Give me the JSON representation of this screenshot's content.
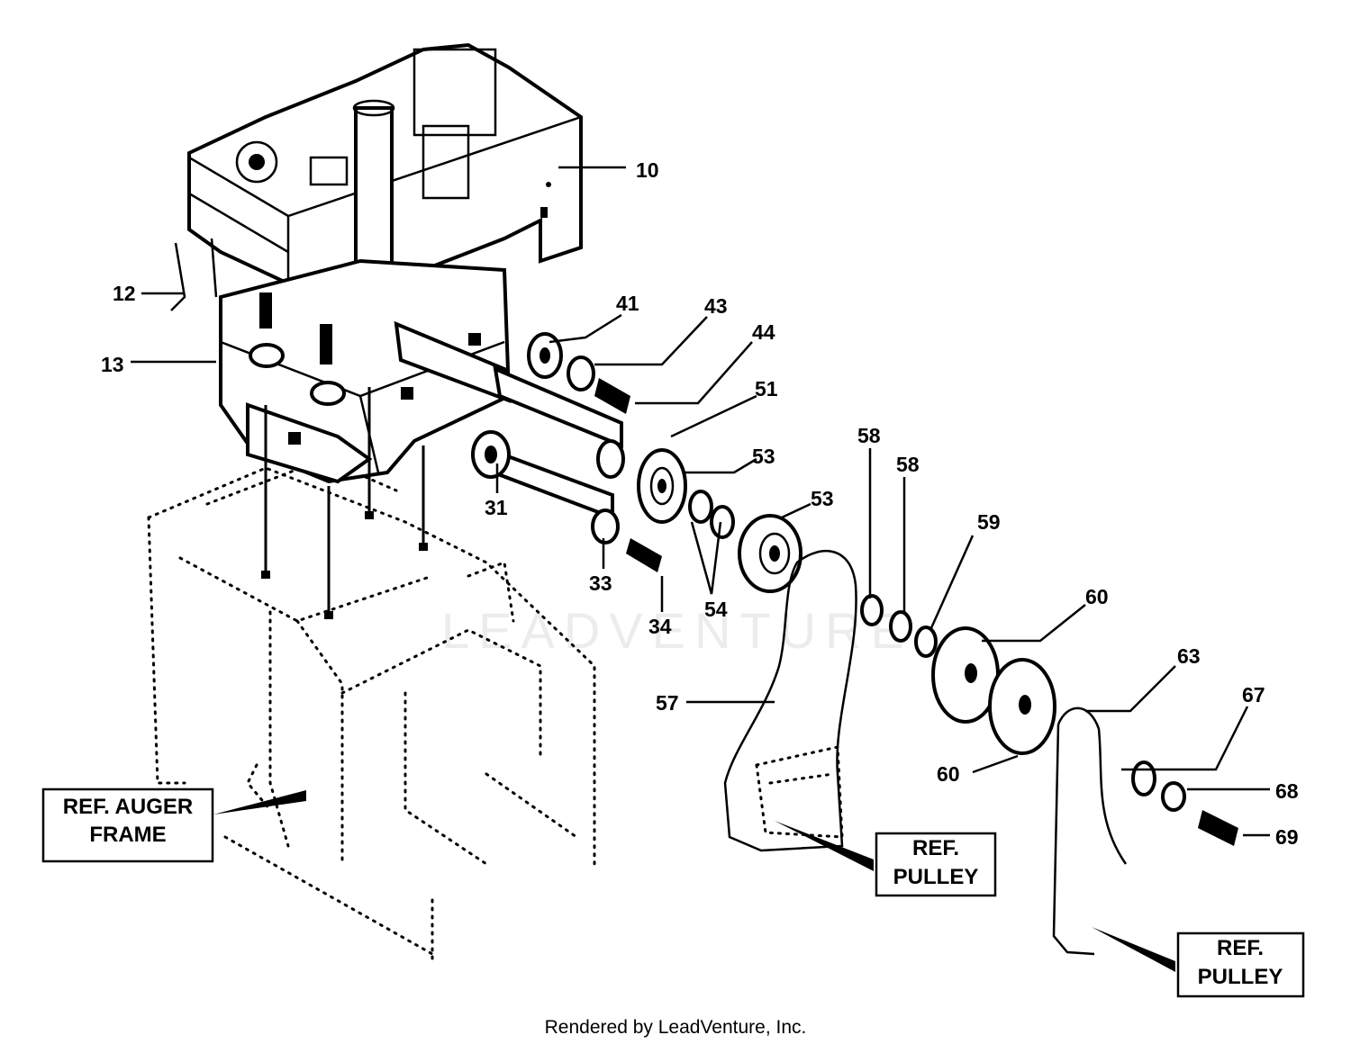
{
  "watermark": "LEADVENTURE",
  "footer": "Rendered by LeadVenture, Inc.",
  "ref_boxes": {
    "auger_frame": {
      "line1": "REF. AUGER",
      "line2": "FRAME"
    },
    "pulley_1": {
      "line1": "REF.",
      "line2": "PULLEY"
    },
    "pulley_2": {
      "line1": "REF.",
      "line2": "PULLEY"
    }
  },
  "callouts": {
    "c10": "10",
    "c12": "12",
    "c13": "13",
    "c31": "31",
    "c33": "33",
    "c34": "34",
    "c41": "41",
    "c43": "43",
    "c44": "44",
    "c51": "51",
    "c53a": "53",
    "c53b": "53",
    "c54": "54",
    "c57": "57",
    "c58a": "58",
    "c58b": "58",
    "c59": "59",
    "c60a": "60",
    "c60b": "60",
    "c63": "63",
    "c67": "67",
    "c68": "68",
    "c69": "69"
  }
}
